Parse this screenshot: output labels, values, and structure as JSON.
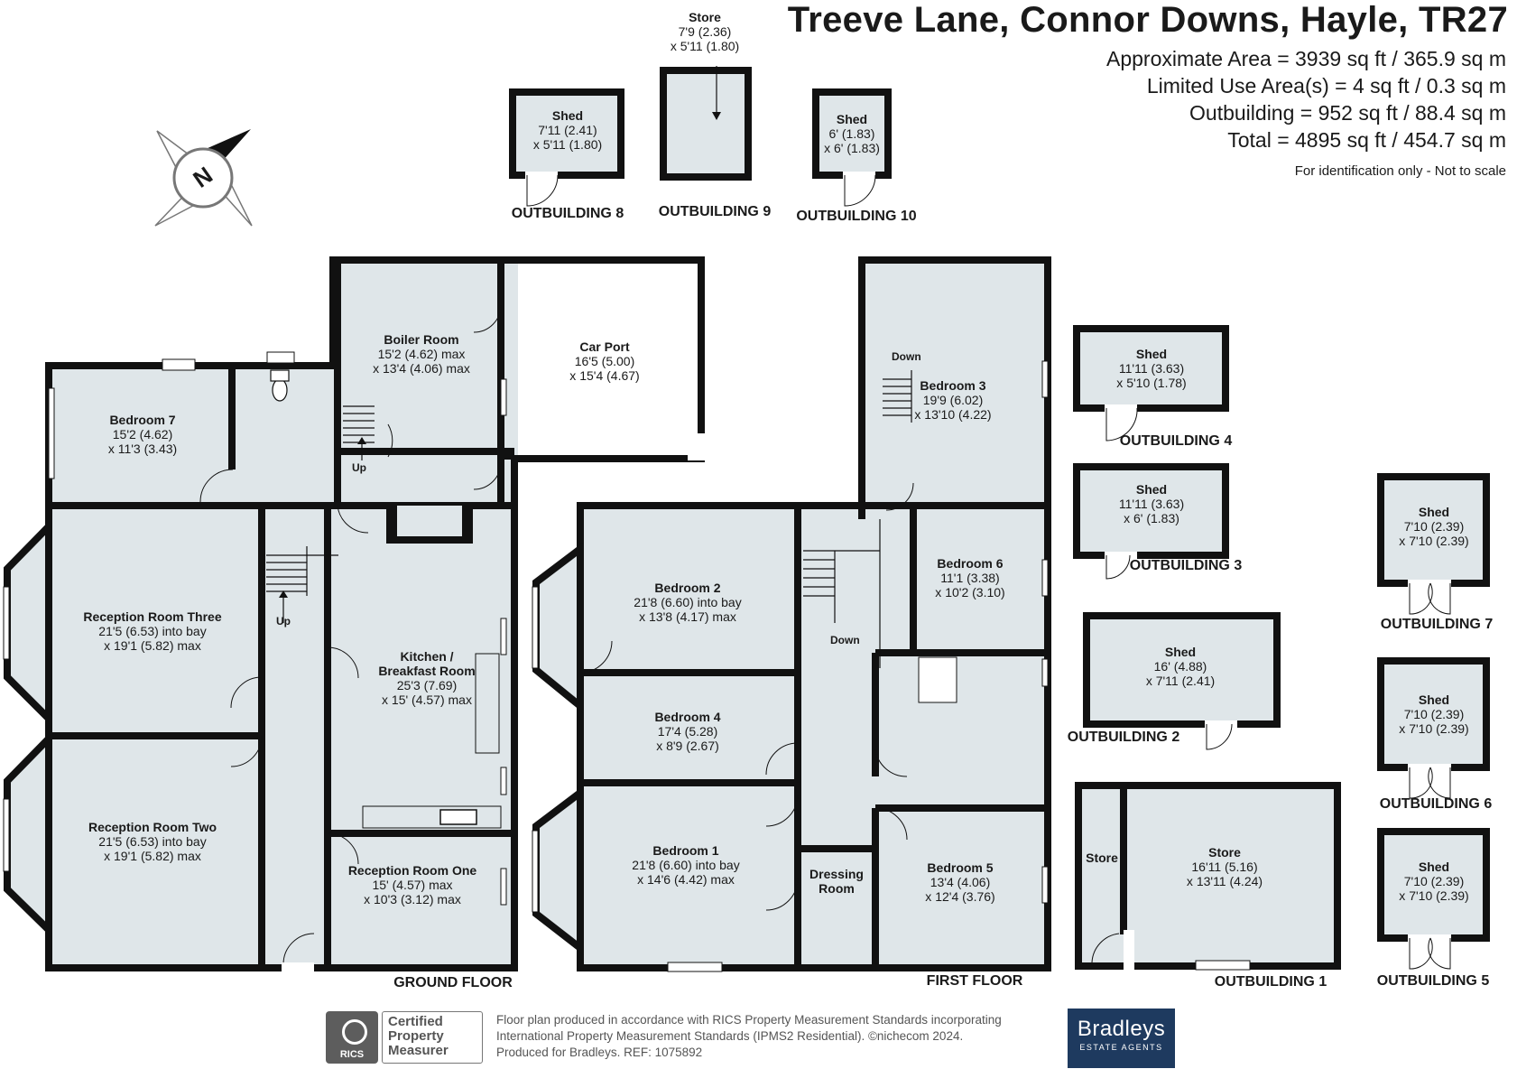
{
  "header": {
    "title": "Treeve Lane, Connor Downs, Hayle, TR27",
    "area_lines": [
      "Approximate Area = 3939 sq ft / 365.9 sq m",
      "Limited Use Area(s) = 4 sq ft / 0.3 sq m",
      "Outbuilding = 952 sq ft / 88.4 sq m",
      "Total = 4895 sq ft / 454.7 sq m"
    ],
    "note": "For identification only - Not to scale"
  },
  "compass": {
    "icon": "north-compass-icon",
    "letter": "N"
  },
  "rooms": [
    {
      "name": "Store",
      "dims": [
        "7'9 (2.36)",
        "x 5'11 (1.80)"
      ]
    },
    {
      "name": "Shed",
      "dims": [
        "7'11 (2.41)",
        "x 5'11 (1.80)"
      ]
    },
    {
      "name": "Shed",
      "dims": [
        "6' (1.83)",
        "x 6' (1.83)"
      ]
    },
    {
      "name": "Boiler Room",
      "dims": [
        "15'2 (4.62) max",
        "x 13'4 (4.06) max"
      ]
    },
    {
      "name": "Car Port",
      "dims": [
        "16'5 (5.00)",
        "x 15'4 (4.67)"
      ]
    },
    {
      "name": "Bedroom 7",
      "dims": [
        "15'2 (4.62)",
        "x 11'3 (3.43)"
      ]
    },
    {
      "name": "Reception Room Three",
      "dims": [
        "21'5 (6.53) into bay",
        "x 19'1 (5.82) max"
      ]
    },
    {
      "name": "Reception Room Two",
      "dims": [
        "21'5 (6.53) into bay",
        "x 19'1 (5.82) max"
      ]
    },
    {
      "name": "Kitchen /",
      "name2": "Breakfast Room",
      "dims": [
        "25'3 (7.69)",
        "x 15' (4.57) max"
      ]
    },
    {
      "name": "Reception Room One",
      "dims": [
        "15' (4.57) max",
        "x 10'3 (3.12) max"
      ]
    },
    {
      "name": "Bedroom 3",
      "dims": [
        "19'9 (6.02)",
        "x 13'10 (4.22)"
      ]
    },
    {
      "name": "Bedroom 2",
      "dims": [
        "21'8 (6.60) into bay",
        "x 13'8 (4.17) max"
      ]
    },
    {
      "name": "Bedroom 6",
      "dims": [
        "11'1 (3.38)",
        "x 10'2 (3.10)"
      ]
    },
    {
      "name": "Bedroom 4",
      "dims": [
        "17'4 (5.28)",
        "x 8'9 (2.67)"
      ]
    },
    {
      "name": "Bedroom 1",
      "dims": [
        "21'8 (6.60) into bay",
        "x 14'6 (4.42) max"
      ]
    },
    {
      "name": "Dressing",
      "name2": "Room",
      "dims": []
    },
    {
      "name": "Bedroom 5",
      "dims": [
        "13'4 (4.06)",
        "x 12'4 (3.76)"
      ]
    },
    {
      "name": "Shed",
      "dims": [
        "11'11 (3.63)",
        "x 5'10 (1.78)"
      ]
    },
    {
      "name": "Shed",
      "dims": [
        "11'11 (3.63)",
        "x 6' (1.83)"
      ]
    },
    {
      "name": "Shed",
      "dims": [
        "16' (4.88)",
        "x 7'11 (2.41)"
      ]
    },
    {
      "name": "Store",
      "dims": [
        "16'11 (5.16)",
        "x 13'11 (4.24)"
      ]
    },
    {
      "name": "Store",
      "dims": []
    },
    {
      "name": "Shed",
      "dims": [
        "7'10 (2.39)",
        "x 7'10 (2.39)"
      ]
    },
    {
      "name": "Shed",
      "dims": [
        "7'10 (2.39)",
        "x 7'10 (2.39)"
      ]
    },
    {
      "name": "Shed",
      "dims": [
        "7'10 (2.39)",
        "x 7'10 (2.39)"
      ]
    }
  ],
  "stair_labels": {
    "up1": "Up",
    "up2": "Up",
    "down1": "Down",
    "down2": "Down"
  },
  "section_titles": {
    "ob8": "OUTBUILDING 8",
    "ob9": "OUTBUILDING 9",
    "ob10": "OUTBUILDING 10",
    "ground": "GROUND FLOOR",
    "first": "FIRST FLOOR",
    "ob4": "OUTBUILDING 4",
    "ob3": "OUTBUILDING 3",
    "ob2": "OUTBUILDING 2",
    "ob1": "OUTBUILDING 1",
    "ob7": "OUTBUILDING 7",
    "ob6": "OUTBUILDING 6",
    "ob5": "OUTBUILDING 5"
  },
  "footer": {
    "rics_word": "RICS",
    "cert_lines": [
      "Certified",
      "Property",
      "Measurer"
    ],
    "text_lines": [
      "Floor plan produced in accordance with RICS Property Measurement Standards incorporating",
      "International Property Measurement Standards (IPMS2 Residential).  ©nichecom 2024.",
      "Produced for Bradleys.    REF:  1075892"
    ],
    "brand_name": "Bradleys",
    "brand_sub": "ESTATE AGENTS"
  },
  "colors": {
    "room_fill": "#dfe6e9",
    "wall": "#111111",
    "brand_bg": "#1e3a5f"
  }
}
